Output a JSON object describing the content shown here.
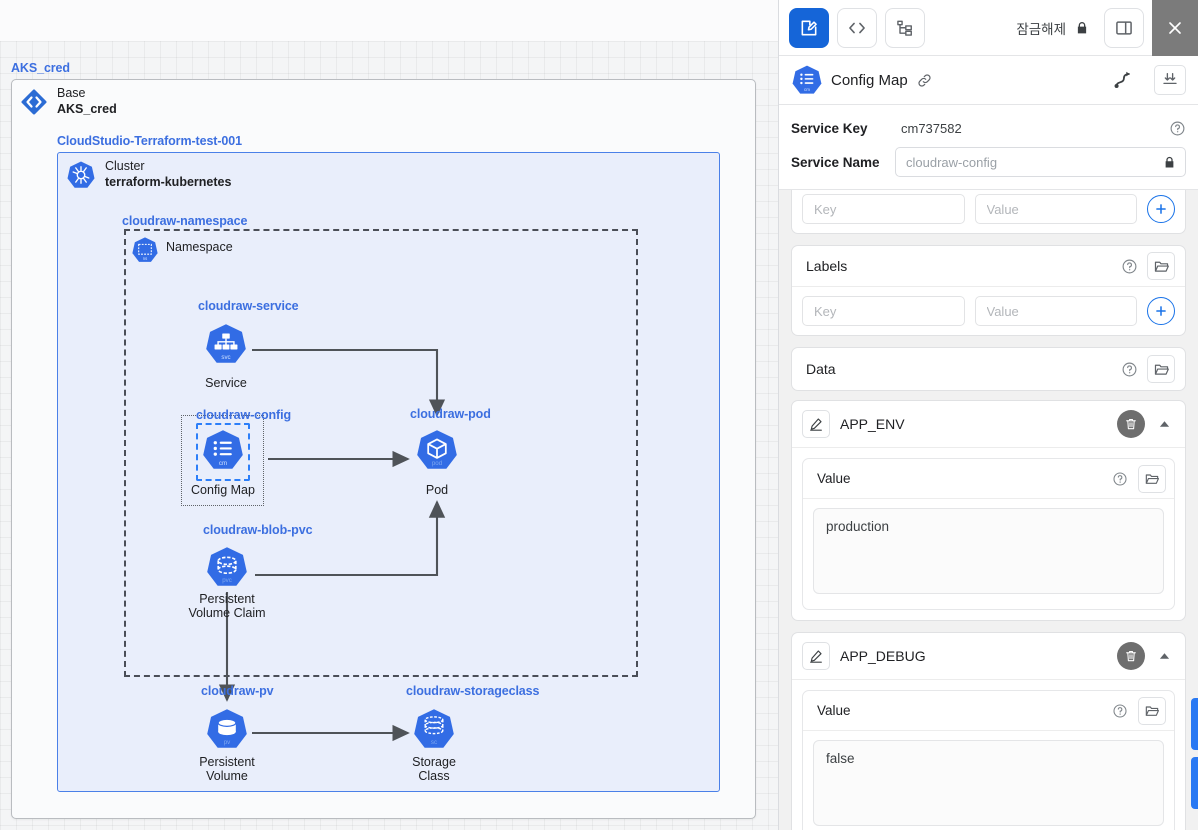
{
  "canvas": {
    "base_group": {
      "label": "AKS_cred",
      "node_type": "Base",
      "node_name": "AKS_cred",
      "icon": "base-diamond-icon"
    },
    "cluster_group": {
      "label": "CloudStudio-Terraform-test-001",
      "node_type": "Cluster",
      "node_name": "terraform-kubernetes",
      "icon": "kubernetes-cluster-icon"
    },
    "namespace_group": {
      "label": "cloudraw-namespace"
    },
    "nodes": [
      {
        "id": "namespace",
        "group_label": "",
        "caption": "Namespace",
        "icon": "k8s-namespace-icon",
        "badge": "ns"
      },
      {
        "id": "service",
        "group_label": "cloudraw-service",
        "caption": "Service",
        "icon": "k8s-service-icon",
        "badge": "svc"
      },
      {
        "id": "configmap",
        "group_label": "cloudraw-config",
        "caption": "Config Map",
        "icon": "k8s-configmap-icon",
        "badge": "cm",
        "selected": true
      },
      {
        "id": "pod",
        "group_label": "cloudraw-pod",
        "caption": "Pod",
        "icon": "k8s-pod-icon",
        "badge": "pod"
      },
      {
        "id": "pvc",
        "group_label": "cloudraw-blob-pvc",
        "caption": "Persistent\nVolume Claim",
        "icon": "k8s-pvc-icon",
        "badge": "pvc"
      },
      {
        "id": "pv",
        "group_label": "cloudraw-pv",
        "caption": "Persistent\nVolume",
        "icon": "k8s-pv-icon",
        "badge": "pv"
      },
      {
        "id": "storageclass",
        "group_label": "cloudraw-storageclass",
        "caption": "Storage\nClass",
        "icon": "k8s-storageclass-icon",
        "badge": "sc"
      }
    ],
    "edges": [
      {
        "from": "service",
        "to": "pod"
      },
      {
        "from": "configmap",
        "to": "pod"
      },
      {
        "from": "pvc",
        "to": "pod"
      },
      {
        "from": "pvc",
        "to": "pv"
      },
      {
        "from": "pv",
        "to": "storageclass"
      }
    ],
    "colors": {
      "k8s_blue": "#326CE5",
      "group_blue": "#3c6fe0",
      "cluster_border": "#4a80e8",
      "cluster_fill": "#e9eefb",
      "selection_blue": "#2d7ff9",
      "edge_gray": "#5f6368"
    }
  },
  "panel": {
    "toolbar": {
      "edit_icon": "edit-document-icon",
      "code_icon": "code-brackets-icon",
      "tree_icon": "tree-hierarchy-icon",
      "lock_text": "잠금해제",
      "lock_icon": "lock-closed-icon",
      "split_icon": "split-panel-icon",
      "close_icon": "close-x-icon"
    },
    "header": {
      "icon": "k8s-configmap-icon",
      "title": "Config Map",
      "link_icon": "link-chain-icon",
      "flow_icon": "connection-flow-icon",
      "download_icon": "download-all-icon"
    },
    "fields": [
      {
        "label": "Service Key",
        "value": "cm737582",
        "type": "static",
        "help": true
      },
      {
        "label": "Service Name",
        "value": "",
        "placeholder": "cloudraw-config",
        "type": "input",
        "lock_icon": "lock-closed-icon"
      }
    ],
    "annotations_partial": {
      "key_placeholder": "Key",
      "value_placeholder": "Value",
      "add_label": "+"
    },
    "labels_section": {
      "title": "Labels",
      "help_icon": "help-circle-icon",
      "folder_icon": "folder-open-icon",
      "key_placeholder": "Key",
      "value_placeholder": "Value",
      "add_label": "+"
    },
    "data_section": {
      "title": "Data",
      "help_icon": "help-circle-icon",
      "folder_icon": "folder-open-icon",
      "entries": [
        {
          "key": "APP_ENV",
          "edit_icon": "pencil-edit-icon",
          "delete_icon": "trash-delete-icon",
          "collapse_icon": "caret-up-icon",
          "value_label": "Value",
          "help_icon": "help-circle-icon",
          "folder_icon": "folder-open-icon",
          "value": "production"
        },
        {
          "key": "APP_DEBUG",
          "edit_icon": "pencil-edit-icon",
          "delete_icon": "trash-delete-icon",
          "collapse_icon": "caret-up-icon",
          "value_label": "Value",
          "help_icon": "help-circle-icon",
          "folder_icon": "folder-open-icon",
          "value": "false"
        }
      ]
    },
    "colors": {
      "primary": "#1565d8",
      "accent": "#1a73e8",
      "close_bg": "#7b7b7b",
      "panel_bg": "#f1f1f1"
    }
  }
}
